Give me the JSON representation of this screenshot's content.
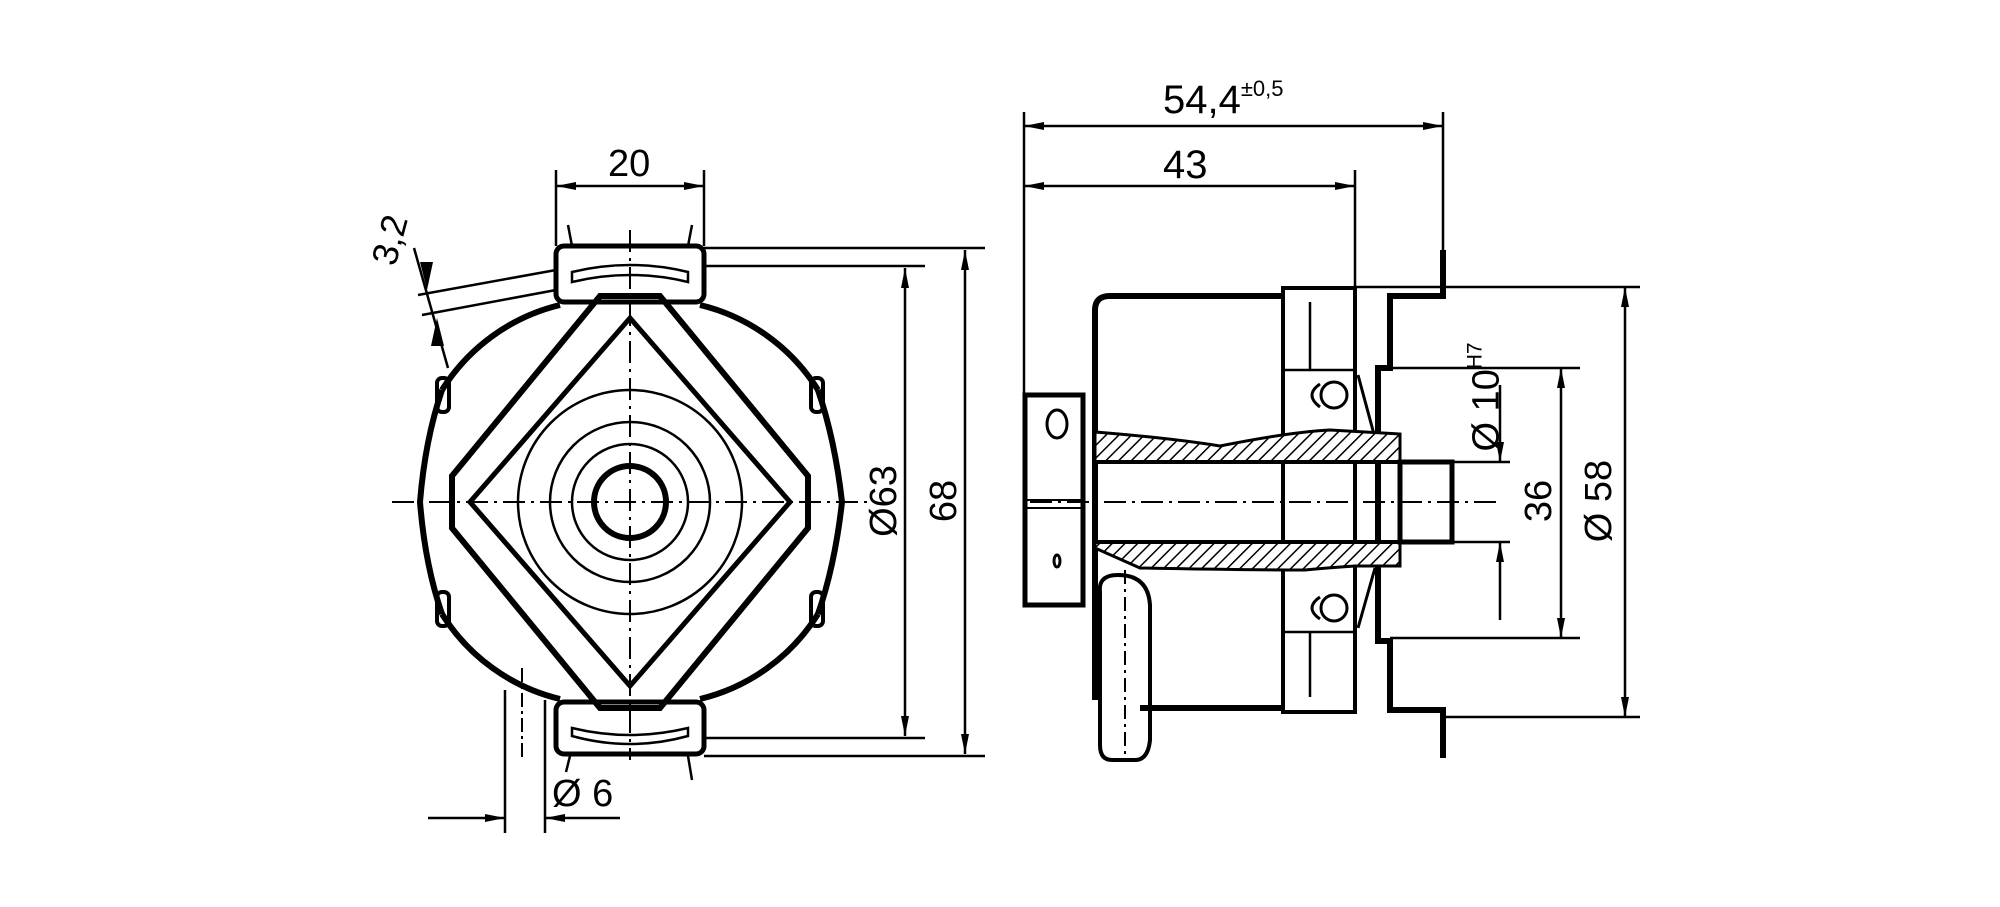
{
  "drawing": {
    "views": [
      "front-view",
      "side-section-view"
    ],
    "line_color": "#000000",
    "background": "#ffffff",
    "dimensions": {
      "flange_slot_width": "20",
      "slot_offset": "3,2",
      "bolt_circle_dia": "Ø63",
      "overall_height": "68",
      "hole_dia": "Ø 6",
      "overall_length": "54,4",
      "overall_length_tol": "±0,5",
      "body_length": "43",
      "bore_dia": "Ø 10",
      "bore_tol": "H7",
      "hub_dia": "36",
      "housing_dia": "Ø 58"
    }
  }
}
